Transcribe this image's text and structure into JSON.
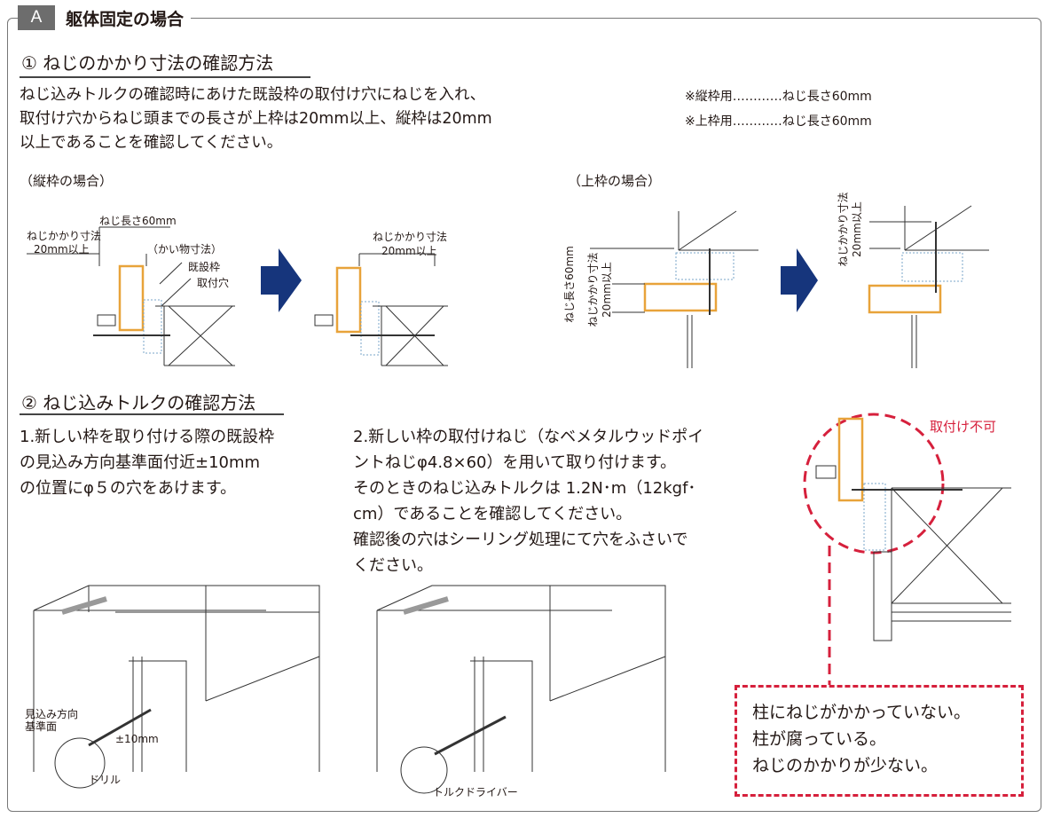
{
  "section": {
    "letter": "A",
    "title": "躯体固定の場合"
  },
  "part1": {
    "heading": "① ねじのかかり寸法の確認方法",
    "body": "ねじ込みトルクの確認時にあけた既設枠の取付け穴にねじを入れ、\n取付け穴からねじ頭までの長さが上枠は20mm以上、縦枠は20mm\n以上であることを確認してください。",
    "notes": [
      "※縦枠用…………ねじ長さ60mm",
      "※上枠用…………ねじ長さ60mm"
    ],
    "vertical_caption": "（縦枠の場合）",
    "top_caption": "（上枠の場合）",
    "labels": {
      "screw_length": "ねじ長さ60mm",
      "engage_dim": "ねじかかり寸法",
      "engage_min": "20mm以上",
      "shim": "（かい物寸法）",
      "existing_frame": "既設枠",
      "mount_hole": "取付穴",
      "engage_dim2": "ねじかかり寸法",
      "engage_min2": "20mm以上",
      "screw_length_v": "ねじ長さ60mm",
      "engage_dim_v": "ねじかかり寸法",
      "engage_min_v": "20mm以上",
      "engage_dim_v2": "ねじかかり寸法",
      "engage_min_v2": "20mm以上"
    }
  },
  "part2": {
    "heading": "② ねじ込みトルクの確認方法",
    "step1": "1.新しい枠を取り付ける際の既設枠\nの見込み方向基準面付近±10mm\nの位置にφ５の穴をあけます。",
    "step2": "2.新しい枠の取付けねじ（なベメタルウッドポイ\nントねじφ4.8×60）を用いて取り付けます。\nそのときのねじ込みトルクは 1.2N･m（12kgf･\ncm）であることを確認してください。\n確認後の穴はシーリング処理にて穴をふさいで\nください。",
    "drill_labels": {
      "ref_face_1": "見込み方向",
      "ref_face_2": "基準面",
      "tolerance": "±10mm",
      "drill": "ドリル"
    },
    "driver_label": "トルクドライバー"
  },
  "prohibited": {
    "label": "取付け不可",
    "reasons": [
      "柱にねじがかかっていない。",
      "柱が腐っている。",
      "ねじのかかりが少ない。"
    ]
  },
  "colors": {
    "accent_red": "#d6203c",
    "frame_orange": "#e8a33a",
    "arrow_blue": "#16357c",
    "header_gray": "#6d6d6d"
  }
}
